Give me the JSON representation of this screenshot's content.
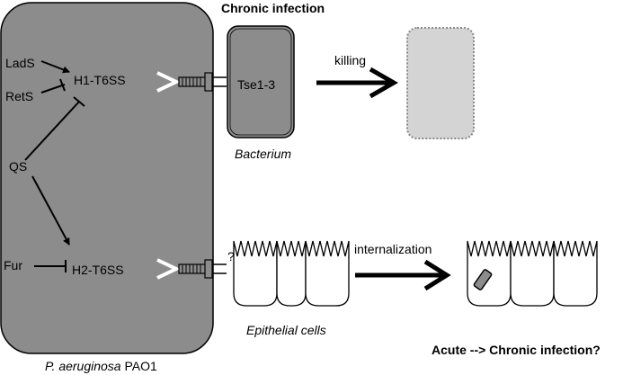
{
  "title": "Chronic infection",
  "regulators": {
    "lads": "LadS",
    "rets": "RetS",
    "qs": "QS",
    "fur": "Fur"
  },
  "systems": {
    "h1": "H1-T6SS",
    "h2": "H2-T6SS"
  },
  "effectors": "Tse1-3",
  "killing": "killing",
  "bacterium": "Bacterium",
  "question_mark": "?",
  "internalization": "internalization",
  "epithelial": "Epithelial cells",
  "outcome": "Acute --> Chronic infection?",
  "organism": {
    "species": "P. aeruginosa",
    "strain": " PAO1"
  },
  "colors": {
    "cell_fill": "#8c8c8c",
    "dead_fill": "#d4d4d4",
    "stroke": "#000000"
  }
}
